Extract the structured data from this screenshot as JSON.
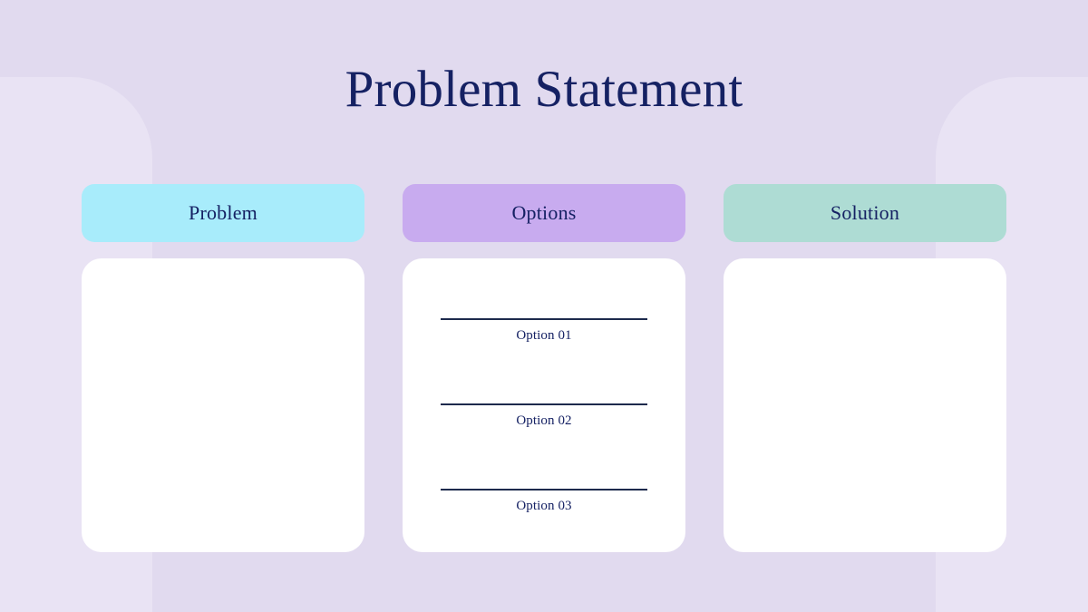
{
  "slide": {
    "title": "Problem Statement",
    "background_color": "#e1daef",
    "decor_panel_color": "#e9e3f4",
    "title_color": "#152163"
  },
  "columns": [
    {
      "header_label": "Problem",
      "header_color": "#a8ecfb",
      "body_color": "#ffffff",
      "items": []
    },
    {
      "header_label": "Options",
      "header_color": "#c8abef",
      "body_color": "#ffffff",
      "items": [
        {
          "label": "Option 01"
        },
        {
          "label": "Option 02"
        },
        {
          "label": "Option 03"
        }
      ]
    },
    {
      "header_label": "Solution",
      "header_color": "#aedcd4",
      "body_color": "#ffffff",
      "items": []
    }
  ]
}
